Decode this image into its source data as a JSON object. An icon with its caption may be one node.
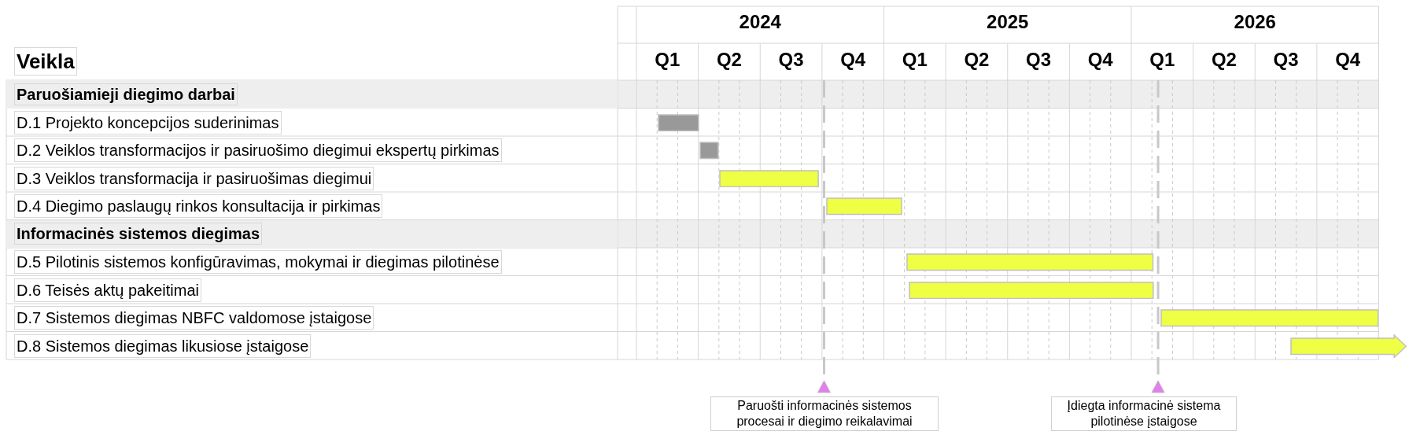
{
  "diagram": {
    "nodes": [
      {
        "text": [
          "Veikla"
        ]
      },
      {
        "text": [
          "Paruošiamieji diegimo darbai"
        ]
      },
      {
        "text": [
          "D.1 Projekto koncepcijos suderinimas"
        ]
      },
      {
        "text": [
          "D.2 Veiklos transformacijos ir pasiruošimo diegimui ekspertų pirkimas"
        ]
      },
      {
        "text": [
          "D.3 Veiklos transformacija ir pasiruošimas diegimui"
        ]
      },
      {
        "text": [
          "D.4 Diegimo paslaugų rinkos konsultacija ir pirkimas"
        ]
      },
      {
        "text": [
          "Informacinės sistemos diegimas"
        ]
      },
      {
        "text": [
          "D.5 Pilotinis sistemos konfigūravimas, mokymai ir diegimas pilotinėse"
        ]
      },
      {
        "text": [
          "D.6 Teisės aktų pakeitimai"
        ]
      },
      {
        "text": [
          "D.7 Sistemos diegimas NBFC valdomose įstaigose"
        ]
      },
      {
        "text": [
          "D.8 Sistemos diegimas likusiose įstaigose"
        ]
      },
      {
        "text": [],
        "shape": "bar"
      },
      {
        "text": [],
        "shape": "bar"
      },
      {
        "text": [],
        "shape": "bar"
      },
      {
        "text": [],
        "shape": "bar"
      },
      {
        "text": [],
        "shape": "bar"
      },
      {
        "text": [],
        "shape": "bar"
      },
      {
        "text": [],
        "shape": "bar"
      },
      {
        "text": [],
        "shape": "arrow"
      },
      {
        "text": [
          "Paruošti informacinės sistemos procesai ir diegimo reikalavimai"
        ]
      },
      {
        "text": [
          "Įdiegta informacinė sistema pilotinėse įstaigose"
        ]
      }
    ],
    "labels": [
      "2024",
      "2025",
      "2026",
      "Q1",
      "Q2",
      "Q3",
      "Q4",
      "Q1",
      "Q2",
      "Q3",
      "Q4",
      "Q1",
      "Q2",
      "Q3",
      "Q4"
    ]
  }
}
